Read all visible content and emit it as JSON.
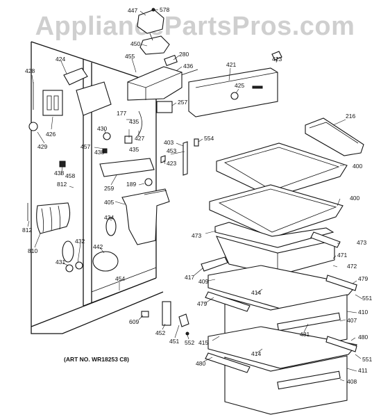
{
  "watermark": "AppliancePartsPros.com",
  "art_number": "(ART NO. WR18253 C8)",
  "callouts": {
    "p447": "447",
    "p578": "578",
    "p450": "450",
    "p455": "455",
    "p280": "280",
    "p436": "436",
    "p421": "421",
    "p423": "423",
    "p428": "428",
    "p424": "424",
    "p425": "425",
    "p257": "257",
    "p216": "216",
    "p426": "426",
    "p430": "430",
    "p177": "177",
    "p435": "435",
    "p427": "427",
    "p429": "429",
    "p457": "457",
    "p438": "438",
    "p403": "403",
    "p554": "554",
    "p453": "453",
    "p400": "400",
    "p458": "458",
    "p812": "812",
    "p259": "259",
    "p189": "189",
    "p405": "405",
    "p434": "434",
    "p473": "473",
    "p810": "810",
    "p432": "432",
    "p442": "442",
    "p471": "471",
    "p431": "431",
    "p472": "472",
    "p417": "417",
    "p409": "409",
    "p414": "414",
    "p479": "479",
    "p551": "551",
    "p454": "454",
    "p410": "410",
    "p407": "407",
    "p609": "609",
    "p481": "481",
    "p452": "452",
    "p451": "451",
    "p552": "552",
    "p415": "415",
    "p480": "480",
    "p411": "411",
    "p408": "408"
  }
}
